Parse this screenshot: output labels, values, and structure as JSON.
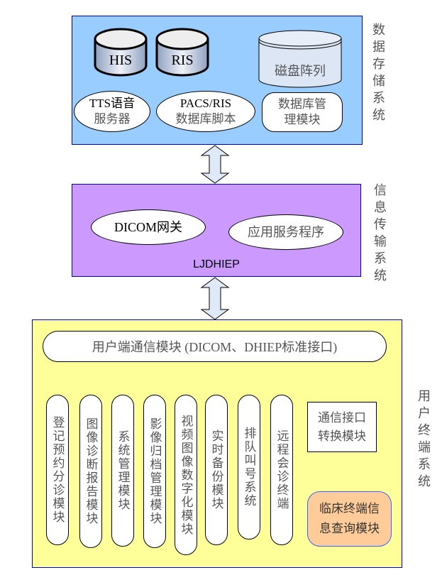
{
  "storage": {
    "label": "数据存储系统",
    "his": "HIS",
    "ris": "RIS",
    "disk_array": "磁盘阵列",
    "tts": [
      "TTS语音",
      "服务器"
    ],
    "pacs_script": [
      "PACS/RIS",
      "数据库脚本"
    ],
    "db_mgmt": [
      "数据库管",
      "理模块"
    ]
  },
  "transport": {
    "label": "信息传输系统",
    "dicom_gateway": "DICOM网关",
    "app_service": "应用服务程序",
    "name": "LJDHIEP"
  },
  "terminal": {
    "label": "用户终端系统",
    "comm_module": "用户端通信模块 (DICOM、DHIEP标准接口)",
    "modules": [
      "登记预约分诊模块",
      "图像诊断报告模块",
      "系统管理模块",
      "影像归档管理模块",
      "视频图像数字化模块",
      "实时备份模块",
      "排队叫号系统",
      "远程会诊终端"
    ],
    "interface_convert": [
      "通信接口",
      "转换模块"
    ],
    "clinical_query": [
      "临床终端信",
      "息查询模块"
    ]
  },
  "colors": {
    "storage_bg": "#99ccff",
    "transport_bg": "#cc99ff",
    "terminal_bg": "#ffff99",
    "arrow": "#993366",
    "clinical_bg": "#ffcc99"
  }
}
